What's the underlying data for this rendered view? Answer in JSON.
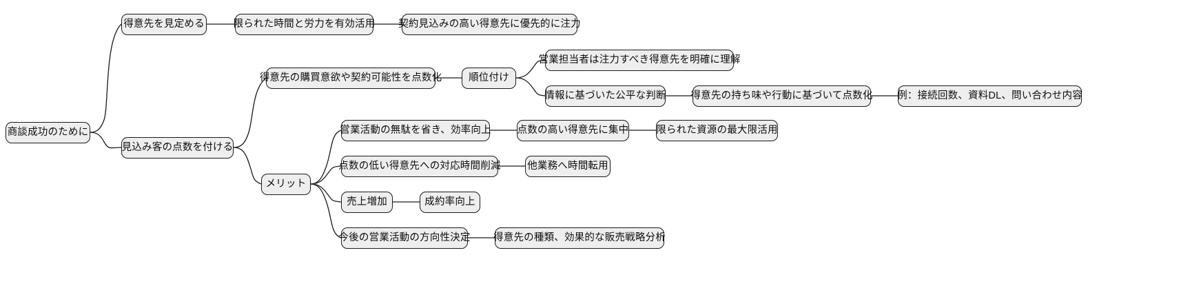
{
  "diagram": {
    "type": "mind-map",
    "title": "商談成功のために",
    "background_color": "#ffffff",
    "node_fill_color": "#eeeeee",
    "node_border_color": "#1a1a1a",
    "edge_color": "#1a1a1a"
  },
  "nodes": {
    "root": "商談成功のために",
    "branch1": "得意先を見定める",
    "branch1_child1": "限られた時間と労力を有効活用",
    "branch1_child1_child1": "契約見込みの高い得意先に優先的に注力",
    "branch2": "見込み客の点数を付ける",
    "branch2_child1": "得意先の購買意欲や契約可能性を点数化",
    "ranking": "順位付け",
    "ranking_child1": "営業担当者は注力すべき得意先を明確に理解",
    "ranking_child2": "情報に基づいた公平な判断",
    "ranking_child2_child1": "得意先の持ち味や行動に基づいて点数化",
    "ranking_child2_child1_child1": "例：接続回数、資料DL、問い合わせ内容",
    "merit": "メリット",
    "merit_child1": "営業活動の無駄を省き、効率向上",
    "merit_child1_child1": "点数の高い得意先に集中",
    "merit_child1_child1_child1": "限られた資源の最大限活用",
    "merit_child2": "点数の低い得意先への対応時間削減",
    "merit_child2_child1": "他業務へ時間転用",
    "merit_child3": "売上増加",
    "merit_child3_child1": "成約率向上",
    "merit_child4": "今後の営業活動の方向性決定",
    "merit_child4_child1": "得意先の種類、効果的な販売戦略分析"
  }
}
